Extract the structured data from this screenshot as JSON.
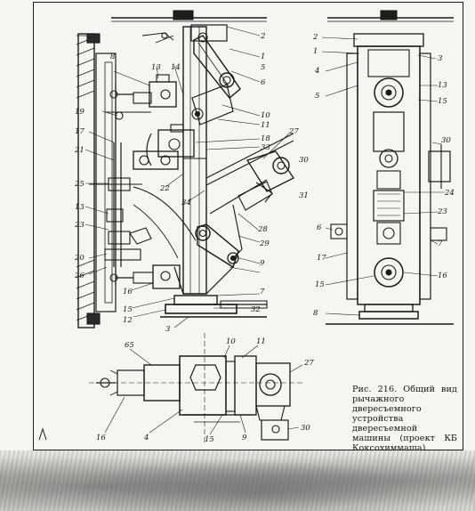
{
  "caption": "Рис. 216. Общий вид рычажного двересъемного устройства двересъемной машины (проект КБ Коксохиммаша)",
  "labels": {
    "side": [
      "2",
      "1",
      "5",
      "6",
      "10",
      "11",
      "18",
      "33",
      "27",
      "30",
      "31",
      "28",
      "29",
      "9",
      "7",
      "32",
      "3",
      "14",
      "13",
      "19",
      "17",
      "21",
      "22",
      "25",
      "34",
      "13",
      "23",
      "20",
      "26",
      "16",
      "15",
      "12",
      "8"
    ],
    "front": [
      "2",
      "1",
      "4",
      "5",
      "3",
      "13",
      "15",
      "30",
      "24",
      "23",
      "6",
      "17",
      "7",
      "15",
      "16",
      "8"
    ],
    "plan": [
      "65",
      "10",
      "11",
      "27",
      "30",
      "16",
      "4",
      "15",
      "9"
    ]
  }
}
